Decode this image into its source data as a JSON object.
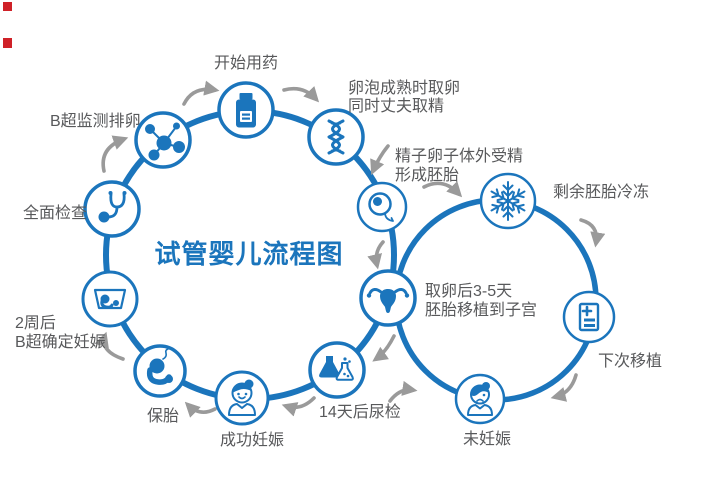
{
  "diagram": {
    "title": "试管婴儿流程图",
    "colors": {
      "primary_blue": "#1b75bc",
      "text_gray": "#58595b",
      "arrow_gray": "#9a9a9a",
      "marker_red": "#cf2128"
    },
    "steps": [
      {
        "id": "full-checkup",
        "label": "全面检查"
      },
      {
        "id": "ultrasound-monitor",
        "label": "B超监测排卵"
      },
      {
        "id": "start-medication",
        "label": "开始用药"
      },
      {
        "id": "egg-retrieval",
        "line1": "卵泡成熟时取卵",
        "line2": "同时丈夫取精"
      },
      {
        "id": "fertilization",
        "line1": "精子卵子体外受精",
        "line2": "形成胚胎"
      },
      {
        "id": "embryo-transfer",
        "line1": "取卵后3-5天",
        "line2": "胚胎移植到子宫"
      },
      {
        "id": "urine-test",
        "label": "14天后尿检"
      },
      {
        "id": "success-pregnancy",
        "label": "成功妊娠"
      },
      {
        "id": "fetus-care",
        "label": "保胎"
      },
      {
        "id": "confirm-pregnancy",
        "line1": "2周后",
        "line2": "B超确定妊娠"
      },
      {
        "id": "embryo-freezing",
        "label": "剩余胚胎冷冻"
      },
      {
        "id": "next-transfer",
        "label": "下次移植"
      },
      {
        "id": "not-pregnant",
        "label": "未妊娠"
      }
    ]
  }
}
